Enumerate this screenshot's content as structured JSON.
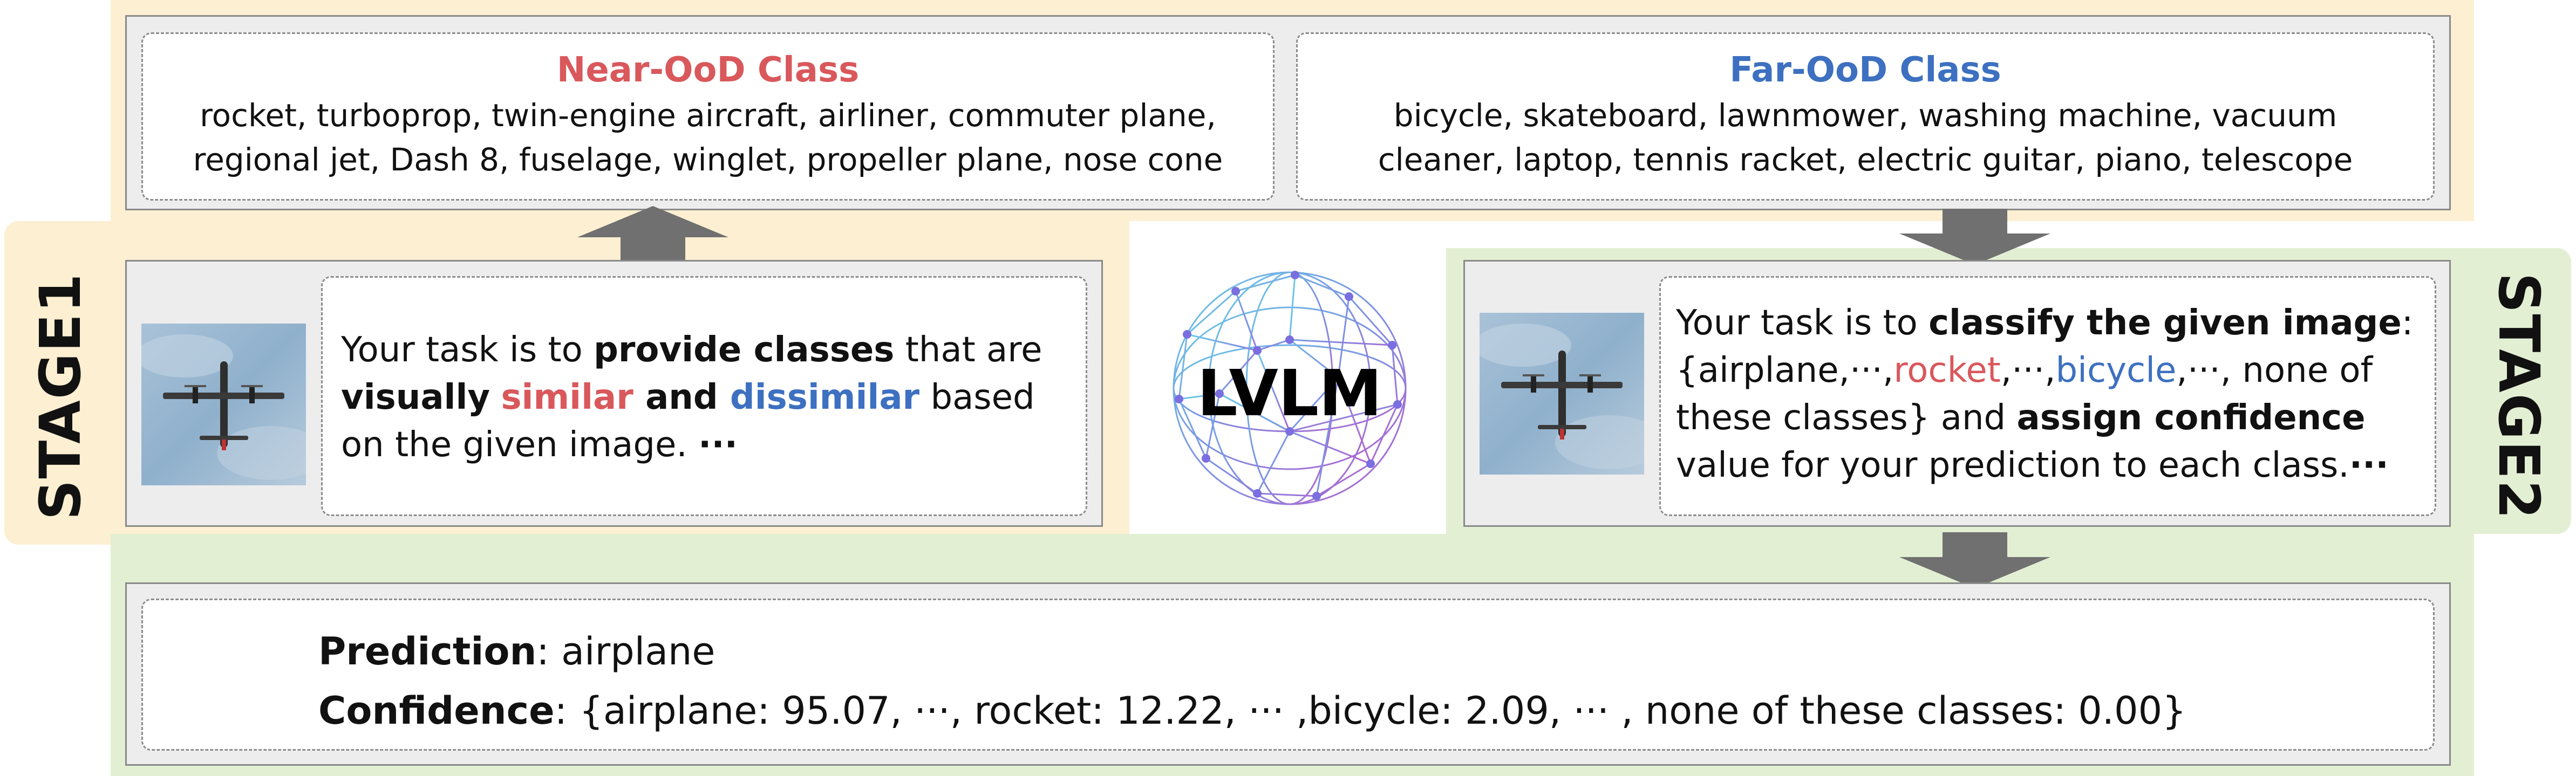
{
  "stage1": {
    "label": "STAGE1",
    "prompt": {
      "part1": "Your task is to ",
      "bold1": "provide classes",
      "part2": " that are ",
      "bold2": "visually",
      "space1": " ",
      "similar": "similar",
      "and": " and ",
      "dissimilar": "dissimilar",
      "part3": " based on the given image. ",
      "ellipsis": "···"
    }
  },
  "near_ood": {
    "title": "Near-OoD Class",
    "line1": "rocket, turboprop, twin-engine aircraft, airliner, commuter plane,",
    "line2": "regional jet, Dash 8, fuselage, winglet, propeller plane, nose cone"
  },
  "far_ood": {
    "title": "Far-OoD Class",
    "line1": "bicycle, skateboard, lawnmower, washing machine, vacuum",
    "line2": "cleaner, laptop, tennis racket, electric guitar, piano, telescope"
  },
  "lvlm": {
    "label": "LVLM"
  },
  "stage2": {
    "label": "STAGE2",
    "prompt": {
      "part1": "Your task is to ",
      "bold1": "classify the given image",
      "colon": ":",
      "list_a": "{airplane,···,",
      "rocket": "rocket",
      "list_b": ",···,",
      "bicycle": "bicycle",
      "list_c": ",···, none of these classes} and ",
      "bold2": "assign confidence",
      "part2": " value for your prediction to each class.",
      "ellipsis": "···"
    }
  },
  "result": {
    "prediction_label": "Prediction",
    "prediction_value": ": airplane",
    "confidence_label": "Confidence",
    "confidence_value": ": {airplane: 95.07, ···, rocket: 12.22, ··· ,bicycle: 2.09, ··· , none of these classes: 0.00}"
  },
  "colors": {
    "near": "#d9585c",
    "far": "#3d70c0",
    "stage1_bg": "#fcefd2",
    "stage2_bg": "#e3efd3",
    "arrow": "#707070"
  }
}
